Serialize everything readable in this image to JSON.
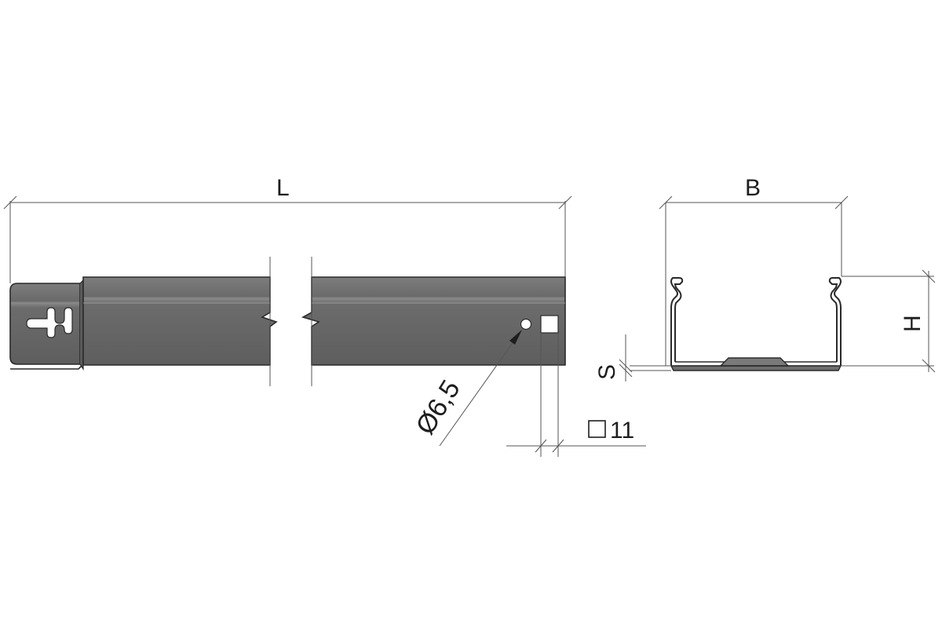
{
  "labels": {
    "length": "L",
    "width": "B",
    "height": "H",
    "thickness": "S",
    "hole_diameter": "Ø6,5",
    "square_hole": "11"
  },
  "colors": {
    "body_fill": "#6e6e6e",
    "body_stroke": "#2a2a2a",
    "line": "#555555",
    "background": "#ffffff"
  }
}
